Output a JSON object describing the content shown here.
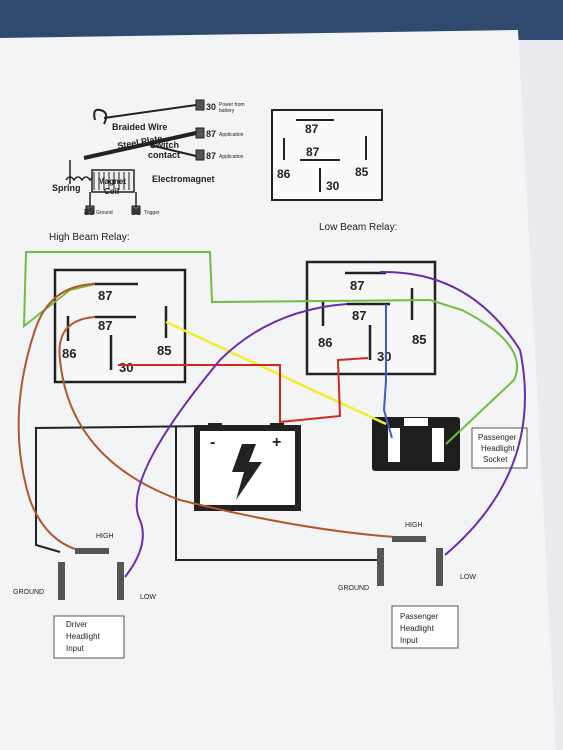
{
  "colors": {
    "background": "#2f4a6e",
    "paper": "#f3f4f6",
    "ink": "#222222",
    "green": "#6fbf3f",
    "brown": "#b5562a",
    "purple": "#6a2bb0",
    "yellow": "#f2ee2a",
    "red": "#d02a1e",
    "blue": "#3b5bd1"
  },
  "illustration": {
    "braided_wire": "Braided Wire",
    "steel_plate": "Steel Plate",
    "switch_contact_1": "Switch",
    "switch_contact_2": "contact",
    "electromagnet": "Electromagnet",
    "spring": "Spring",
    "magnet_coil_1": "Magnet",
    "magnet_coil_2": "Coil",
    "t30": "30",
    "t30_desc_1": "Power from",
    "t30_desc_2": "battery",
    "t87a": "87",
    "t87a_desc": "Application",
    "t87b": "87",
    "t87b_desc": "Application",
    "t85": "85",
    "t85_desc": "Ground",
    "t86": "86",
    "t86_desc": "Trigger"
  },
  "reference_relay": {
    "p87_top": "87",
    "p87_mid": "87",
    "p86": "86",
    "p85": "85",
    "p30": "30"
  },
  "high_beam_relay": {
    "title": "High Beam Relay:",
    "p87_top": "87",
    "p87_mid": "87",
    "p86": "86",
    "p85": "85",
    "p30": "30"
  },
  "low_beam_relay": {
    "title": "Low Beam Relay:",
    "p87_top": "87",
    "p87_mid": "87",
    "p86": "86",
    "p85": "85",
    "p30": "30"
  },
  "battery": {
    "minus": "-",
    "plus": "+"
  },
  "passenger_socket": {
    "line1": "Passenger",
    "line2": "Headlight",
    "line3": "Socket"
  },
  "driver_input": {
    "high": "HIGH",
    "low": "LOW",
    "ground": "GROUND",
    "line1": "Driver",
    "line2": "Headlight",
    "line3": "Input"
  },
  "passenger_input": {
    "high": "HIGH",
    "low": "LOW",
    "ground": "GROUND",
    "line1": "Passenger",
    "line2": "Headlight",
    "line3": "Input"
  }
}
